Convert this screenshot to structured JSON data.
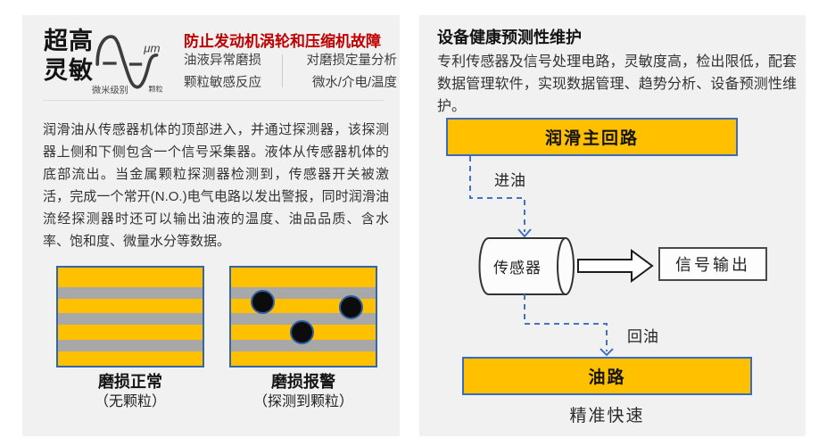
{
  "colors": {
    "panel_bg": "#f1f1f2",
    "accent_yellow": "#ffc000",
    "box_border_blue": "#3a6bbf",
    "connector_blue": "#4472c4",
    "headline_red": "#c00000",
    "stripe_gray": "#a8a8a8"
  },
  "left_panel": {
    "title_line1": "超高",
    "title_line2": "灵敏",
    "icon": {
      "name": "sine-wave-icon",
      "unit": "μm",
      "caption_left": "微米级别",
      "caption_right": "颗粒"
    },
    "headline": "防止发动机涡轮和压缩机故障",
    "features": {
      "col1": [
        "油液异常磨损",
        "颗粒敏感反应"
      ],
      "col2": [
        "对磨损定量分析",
        "微水/介电/温度"
      ]
    },
    "paragraph": "润滑油从传感器机体的顶部进入，并通过探测器，该探测器上侧和下侧包含一个信号采集器。液体从传感器机体的底部流出。当金属颗粒探测器检测到，传感器开关被激活，完成一个常开(N.O.)电气电路以发出警报，同时润滑油流经探测器时还可以输出油液的温度、油品品质、含水率、饱和度、微量水分等数据。",
    "diagrams": [
      {
        "caption": "磨损正常",
        "subcaption": "（无颗粒）",
        "particle_count": 0
      },
      {
        "caption": "磨损报警",
        "subcaption": "（探测到颗粒）",
        "particle_count": 3
      }
    ]
  },
  "right_panel": {
    "title": "设备健康预测性维护",
    "body": "专利传感器及信号处理电路，灵敏度高，检出限低，配套数据管理软件，实现数据管理、趋势分析、设备预测性维护。",
    "flow": {
      "main_loop_box": "润滑主回路",
      "oil_in_label": "进油",
      "sensor_label": "传感器",
      "signal_output_box": "信号输出",
      "oil_return_label": "回油",
      "oil_line_box": "油路",
      "tagline": "精准快速"
    }
  }
}
